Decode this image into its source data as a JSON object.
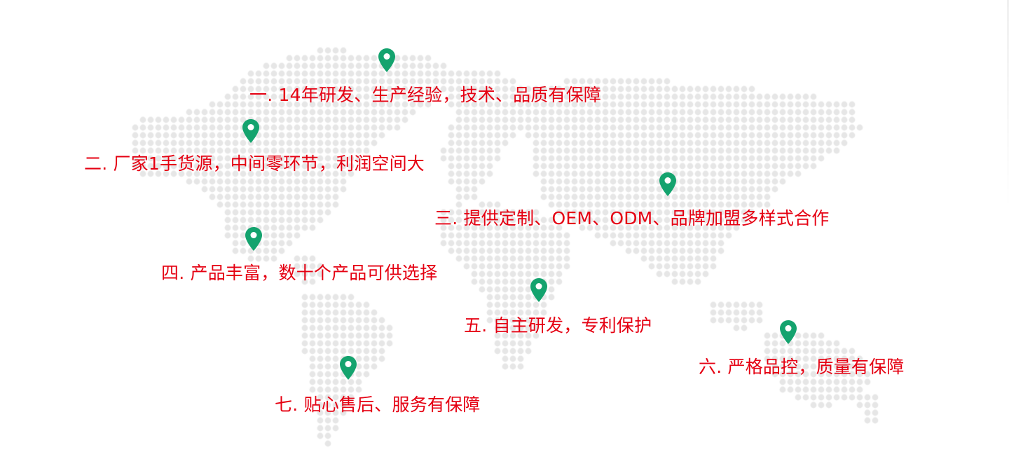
{
  "colors": {
    "label_text": "#e50012",
    "pin_fill": "#14a36e",
    "pin_hole": "#ffffff",
    "map_dots": "#e6e6e6"
  },
  "map": {
    "icon": "world-dot-map"
  },
  "points": [
    {
      "icon": "map-pin-icon",
      "text": "一. 14年研发、生产经验，技术、品质有保障"
    },
    {
      "icon": "map-pin-icon",
      "text": "二. 厂家1手货源，中间零环节，利润空间大"
    },
    {
      "icon": "map-pin-icon",
      "text": "三. 提供定制、OEM、ODM、品牌加盟多样式合作"
    },
    {
      "icon": "map-pin-icon",
      "text": "四. 产品丰富，数十个产品可供选择"
    },
    {
      "icon": "map-pin-icon",
      "text": "五. 自主研发，专利保护"
    },
    {
      "icon": "map-pin-icon",
      "text": "六. 严格品控，质量有保障"
    },
    {
      "icon": "map-pin-icon",
      "text": "七. 贴心售后、服务有保障"
    }
  ]
}
